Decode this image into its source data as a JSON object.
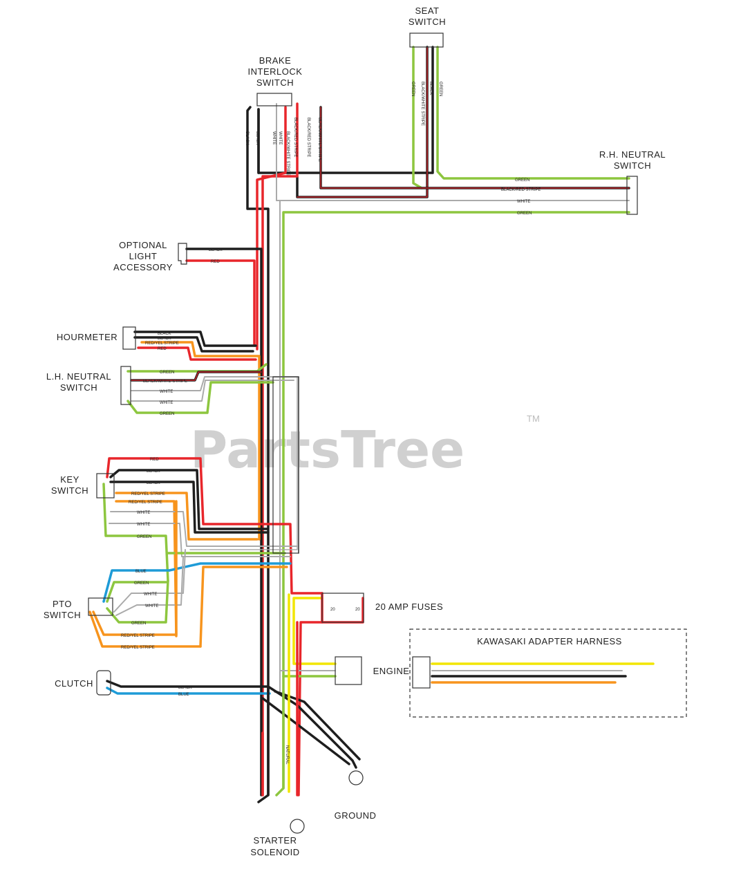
{
  "components": {
    "seat_switch": [
      "SEAT",
      "SWITCH"
    ],
    "brake_interlock_switch": [
      "BRAKE",
      "INTERLOCK",
      "SWITCH"
    ],
    "rh_neutral_switch": [
      "R.H. NEUTRAL",
      "SWITCH"
    ],
    "optional_light_accessory": [
      "OPTIONAL",
      "LIGHT",
      "ACCESSORY"
    ],
    "hourmeter": "HOURMETER",
    "lh_neutral_switch": [
      "L.H. NEUTRAL",
      "SWITCH"
    ],
    "key_switch": [
      "KEY",
      "SWITCH"
    ],
    "pto_switch": [
      "PTO",
      "SWITCH"
    ],
    "clutch": "CLUTCH",
    "fuses": "20 AMP FUSES",
    "fuse_value": "20",
    "engine": "ENGINE",
    "kawasaki_adapter_harness": "KAWASAKI ADAPTER HARNESS",
    "ground": "GROUND",
    "starter_solenoid": [
      "STARTER",
      "SOLENOID"
    ]
  },
  "wire_labels": {
    "black": "BLACK",
    "red": "RED",
    "green": "GREEN",
    "white": "WHITE",
    "blue": "BLUE",
    "black_white_stripe": "BLACK/WHITE STRIPE",
    "black_red_stripe": "BLACK/RED STRIPE",
    "red_yellow_stripe": "RED/YEL STRIPE",
    "natural": "NATURAL"
  },
  "watermark": {
    "text": "PartsTree",
    "tm": "TM"
  },
  "wire_colors": {
    "black": "#1e1e1e",
    "red": "#e8262b",
    "green": "#8dc63f",
    "white": "#999999",
    "blue": "#1e9bd7",
    "orange": "#f7941d",
    "yellow": "#f2e600"
  }
}
